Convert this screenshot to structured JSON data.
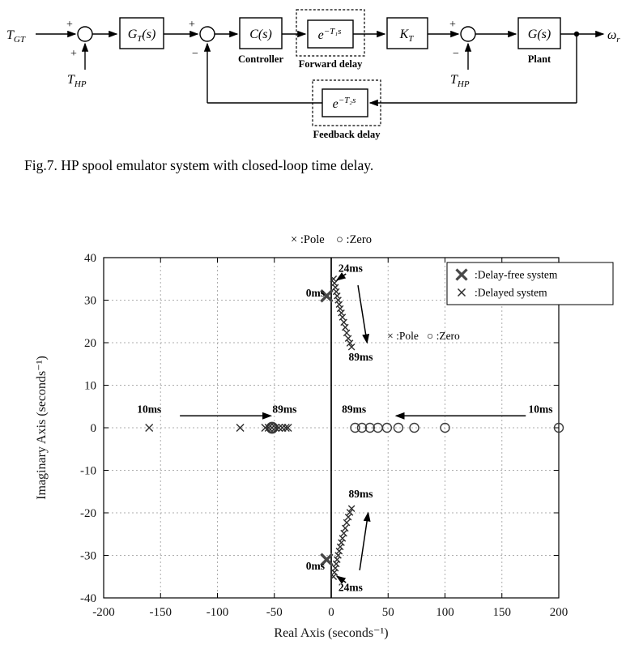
{
  "figure": {
    "caption": "Fig.7. HP spool emulator system with closed-loop time delay."
  },
  "diagram": {
    "input": {
      "base": "T",
      "sub": "GT"
    },
    "thp1": {
      "base": "T",
      "sub": "HP"
    },
    "thp2": {
      "base": "T",
      "sub": "HP"
    },
    "output": {
      "base": "ω",
      "sub": "r"
    },
    "gt_block": {
      "base": "G",
      "sub": "T",
      "rest": "(s)"
    },
    "controller_block": {
      "label": "C(s)",
      "caption": "Controller"
    },
    "forward_delay_block": {
      "base": "e",
      "exp": "−T₁s",
      "caption": "Forward delay"
    },
    "kt_block": {
      "base": "K",
      "sub": "T"
    },
    "plant_block": {
      "label": "G(s)",
      "caption": "Plant"
    },
    "feedback_delay_block": {
      "base": "e",
      "exp": "−T₂s",
      "caption": "Feedback delay"
    },
    "signs": {
      "sum1_left": "+",
      "sum1_bottom": "+",
      "sum2_left": "+",
      "sum2_bottom": "−",
      "sum3_left": "+",
      "sum3_bottom": "−"
    }
  },
  "chart_data": {
    "type": "scatter",
    "title": "× :Pole    ○ :Zero",
    "inplot_label": "× :Pole   ○ :Zero",
    "xlabel": "Real Axis (seconds⁻¹)",
    "ylabel": "Imaginary Axis (seconds⁻¹)",
    "xlim": [
      -200,
      200
    ],
    "ylim": [
      -40,
      40
    ],
    "xticks": [
      -200,
      -150,
      -100,
      -50,
      0,
      50,
      100,
      150,
      200
    ],
    "yticks": [
      -40,
      -30,
      -20,
      -10,
      0,
      10,
      20,
      30,
      40
    ],
    "grid": "dashed",
    "legend": {
      "position": "top-right",
      "items": [
        {
          "marker": "bold-x",
          "label": ":Delay-free system"
        },
        {
          "marker": "x",
          "label": ":Delayed system"
        }
      ]
    },
    "series": [
      {
        "name": "delay-free-poles",
        "marker": "bold-x",
        "size": 7,
        "points": [
          [
            -4,
            31
          ],
          [
            -4,
            -31
          ]
        ]
      },
      {
        "name": "delay-free-zeros",
        "marker": "bold-o",
        "size": 6,
        "points": [
          [
            -52,
            0
          ]
        ]
      },
      {
        "name": "delayed-real-poles",
        "marker": "x",
        "size": 4.5,
        "points": [
          [
            -160,
            0
          ],
          [
            -80,
            0
          ],
          [
            -58,
            0
          ],
          [
            -55,
            0
          ],
          [
            -52,
            0
          ],
          [
            -49,
            0
          ],
          [
            -46,
            0
          ],
          [
            -43,
            0
          ],
          [
            -40,
            0
          ],
          [
            -38,
            0
          ]
        ]
      },
      {
        "name": "delayed-upper-poles",
        "marker": "x",
        "size": 3.8,
        "points": [
          [
            2,
            35
          ],
          [
            2.8,
            34
          ],
          [
            3.6,
            33
          ],
          [
            4.4,
            32
          ],
          [
            5.2,
            31
          ],
          [
            6.1,
            30
          ],
          [
            7,
            29
          ],
          [
            7.9,
            28
          ],
          [
            8.9,
            27
          ],
          [
            9.9,
            26
          ],
          [
            11.1,
            24.8
          ],
          [
            12.3,
            23.6
          ],
          [
            13.6,
            22.3
          ],
          [
            15,
            21
          ],
          [
            16.4,
            19.9
          ],
          [
            17.9,
            19
          ]
        ]
      },
      {
        "name": "delayed-lower-poles",
        "marker": "x",
        "size": 3.8,
        "points": [
          [
            2,
            -35
          ],
          [
            2.8,
            -34
          ],
          [
            3.6,
            -33
          ],
          [
            4.4,
            -32
          ],
          [
            5.2,
            -31
          ],
          [
            6.1,
            -30
          ],
          [
            7,
            -29
          ],
          [
            7.9,
            -28
          ],
          [
            8.9,
            -27
          ],
          [
            9.9,
            -26
          ],
          [
            11.1,
            -24.8
          ],
          [
            12.3,
            -23.6
          ],
          [
            13.6,
            -22.3
          ],
          [
            15,
            -21
          ],
          [
            16.4,
            -19.9
          ],
          [
            17.9,
            -19
          ]
        ]
      },
      {
        "name": "delayed-zeros",
        "marker": "o",
        "size": 5.5,
        "points": [
          [
            21,
            0
          ],
          [
            27,
            0
          ],
          [
            34,
            0
          ],
          [
            41,
            0
          ],
          [
            49,
            0
          ],
          [
            59,
            0
          ],
          [
            73,
            0
          ],
          [
            100,
            0
          ],
          [
            200,
            0
          ]
        ]
      }
    ],
    "annotations": [
      {
        "text": "24ms",
        "x": 17,
        "y": 37.4
      },
      {
        "text": "0ms",
        "x": -14,
        "y": 31.6
      },
      {
        "text": "89ms",
        "x": 26,
        "y": 16.6
      },
      {
        "text": "10ms",
        "x": -160,
        "y": 4.3
      },
      {
        "text": "89ms",
        "x": -41,
        "y": 4.3
      },
      {
        "text": "89ms",
        "x": 20,
        "y": 4.3
      },
      {
        "text": "10ms",
        "x": 184,
        "y": 4.3
      },
      {
        "text": "89ms",
        "x": 26,
        "y": -15.6
      },
      {
        "text": "0ms",
        "x": -14,
        "y": -32.6
      },
      {
        "text": "24ms",
        "x": 17,
        "y": -37.6
      }
    ],
    "arrows": [
      {
        "from": [
          -133,
          2.8
        ],
        "to": [
          -53,
          2.8
        ]
      },
      {
        "from": [
          171,
          2.8
        ],
        "to": [
          57,
          2.8
        ]
      },
      {
        "from": [
          13,
          36.2
        ],
        "to": [
          5,
          34.7
        ]
      },
      {
        "from": [
          23.5,
          33.5
        ],
        "to": [
          31.5,
          20
        ]
      },
      {
        "from": [
          13,
          -36.4
        ],
        "to": [
          5,
          -34.9
        ]
      },
      {
        "from": [
          25,
          -33.5
        ],
        "to": [
          32.5,
          -20
        ]
      }
    ]
  }
}
